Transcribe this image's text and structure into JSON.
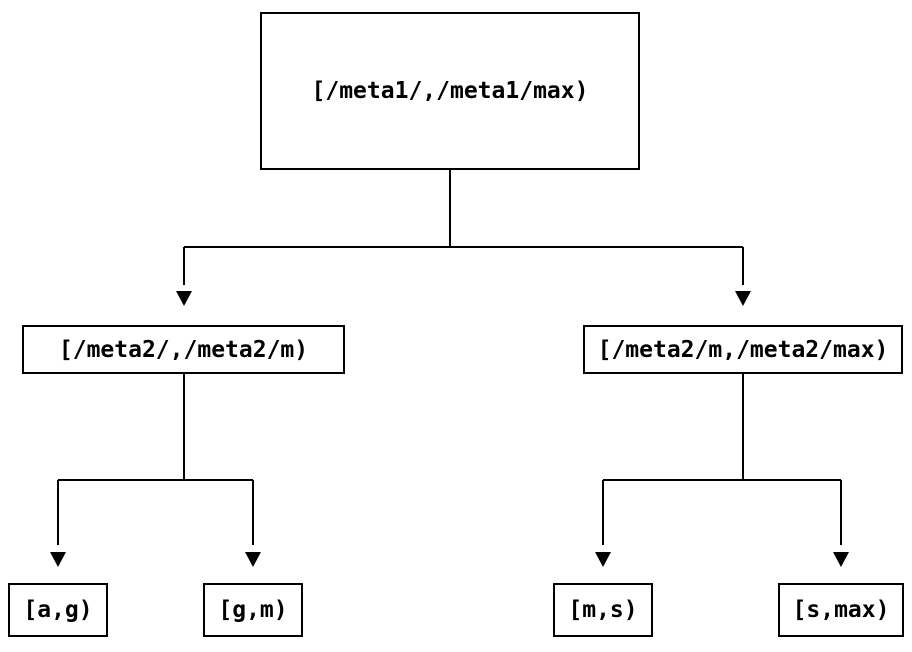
{
  "colors": {
    "background": "#ffffff",
    "line": "#000000",
    "text": "#000000"
  },
  "nodes": {
    "root": {
      "label": "[/meta1/,/meta1/max)"
    },
    "meta2_low": {
      "label": "[/meta2/,/meta2/m)"
    },
    "meta2_high": {
      "label": "[/meta2/m,/meta2/max)"
    },
    "leaf_a_g": {
      "label": "[a,g)"
    },
    "leaf_g_m": {
      "label": "[g,m)"
    },
    "leaf_m_s": {
      "label": "[m,s)"
    },
    "leaf_s_max": {
      "label": "[s,max)"
    }
  }
}
